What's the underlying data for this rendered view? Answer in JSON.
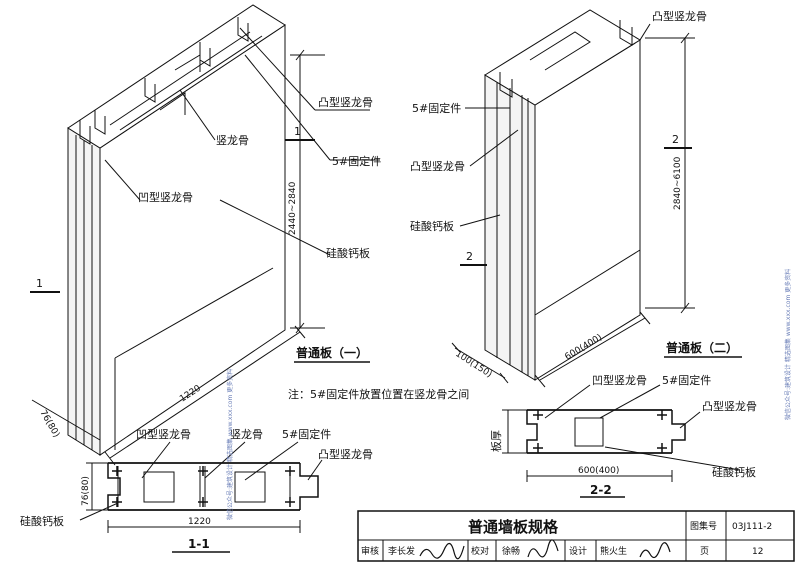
{
  "panel1": {
    "label_tu": "凸型竖龙骨",
    "label_shu": "竖龙骨",
    "label_5gu": "5#固定件",
    "label_ao": "凹型竖龙骨",
    "label_board": "硅酸钙板",
    "height": "2440~2840",
    "mark_top": "1",
    "mark_left": "1",
    "width": "1220",
    "depth": "76(80)",
    "caption": "普通板（一）"
  },
  "panel2": {
    "label_tu_top": "凸型竖龙骨",
    "label_5gu": "5#固定件",
    "label_tu": "凸型竖龙骨",
    "label_board": "硅酸钙板",
    "height": "2840~6100",
    "mark_right": "2",
    "mark_left": "2",
    "depth": "100(150)",
    "width": "600(400)",
    "caption": "普通板（二）"
  },
  "note": "注：5#固定件放置位置在竖龙骨之间",
  "section11": {
    "label_ao": "凹型竖龙骨",
    "label_shu": "竖龙骨",
    "label_5gu": "5#固定件",
    "label_tu": "凸型竖龙骨",
    "label_board": "硅酸钙板",
    "depth": "76(80)",
    "width": "1220",
    "title": "1-1"
  },
  "section22": {
    "label_ao": "凹型竖龙骨",
    "label_5gu": "5#固定件",
    "label_tu": "凸型竖龙骨",
    "label_thick": "板厚",
    "label_board": "硅酸钙板",
    "width": "600(400)",
    "title": "2-2"
  },
  "title_block": {
    "title": "普通墙板规格",
    "atlas_label": "图集号",
    "atlas_no": "03J111-2",
    "review_label": "审核",
    "reviewer": "李长发",
    "check_label": "校对",
    "checker": "徐畅",
    "design_label": "设计",
    "designer": "熊火生",
    "page_label": "页",
    "page_no": "12"
  },
  "watermark": "微信公众号:建筑设计 精选图集 www.xxx.com 更多资料"
}
